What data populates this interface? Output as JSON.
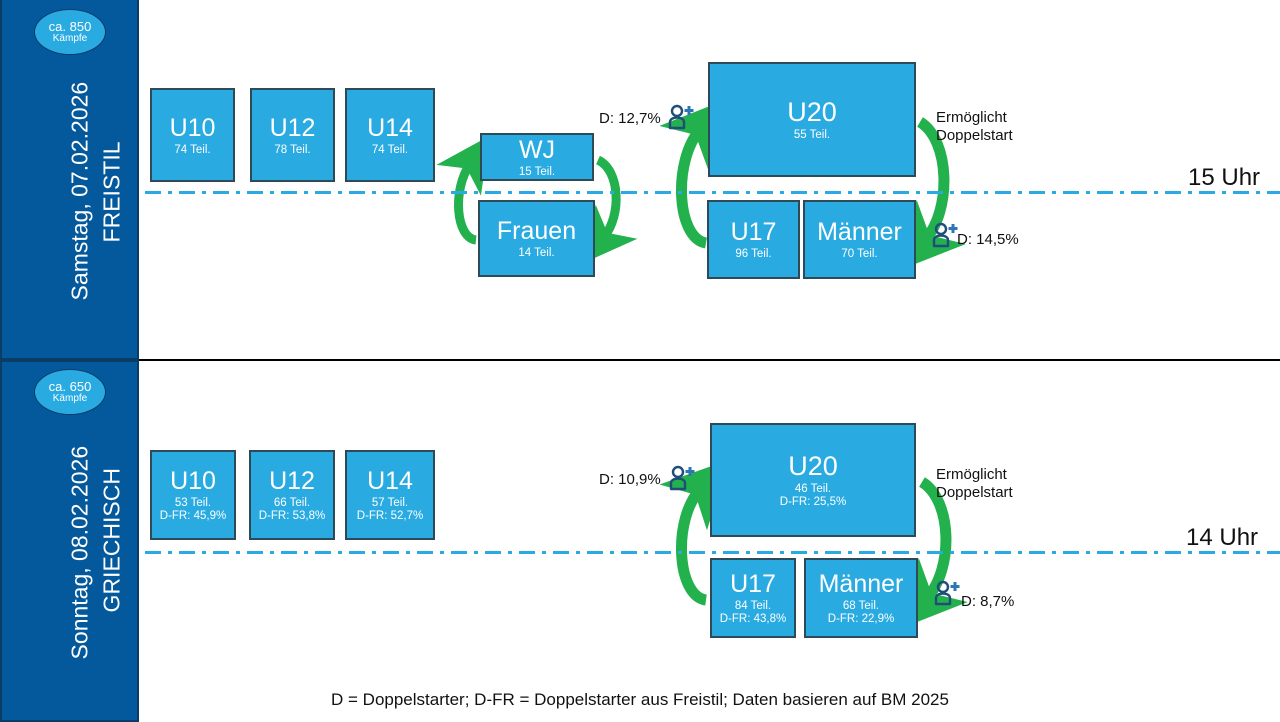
{
  "days": [
    {
      "badge": {
        "count": "ca. 850",
        "unit": "Kämpfe"
      },
      "date_label": "Samstag, 07.02.2026",
      "style_label": "FREISTIL",
      "time_label": "15 Uhr",
      "boxes": {
        "u10": {
          "title": "U10",
          "sub": "74 Teil."
        },
        "u12": {
          "title": "U12",
          "sub": "78 Teil."
        },
        "u14": {
          "title": "U14",
          "sub": "74 Teil."
        },
        "wj": {
          "title": "WJ",
          "sub": "15 Teil."
        },
        "frauen": {
          "title": "Frauen",
          "sub": "14 Teil."
        },
        "u20": {
          "title": "U20",
          "sub": "55 Teil."
        },
        "u17": {
          "title": "U17",
          "sub": "96 Teil."
        },
        "maenner": {
          "title": "Männer",
          "sub": "70 Teil."
        }
      },
      "annotations": {
        "left_double": "D: 12,7%",
        "right_double": "D: 14,5%",
        "enables_line1": "Ermöglicht",
        "enables_line2": "Doppelstart"
      }
    },
    {
      "badge": {
        "count": "ca. 650",
        "unit": "Kämpfe"
      },
      "date_label": "Sonntag, 08.02.2026",
      "style_label": "GRIECHISCH",
      "time_label": "14 Uhr",
      "boxes": {
        "u10": {
          "title": "U10",
          "sub": "53 Teil.",
          "sub2": "D-FR: 45,9%"
        },
        "u12": {
          "title": "U12",
          "sub": "66 Teil.",
          "sub2": "D-FR: 53,8%"
        },
        "u14": {
          "title": "U14",
          "sub": "57 Teil.",
          "sub2": "D-FR: 52,7%"
        },
        "u20": {
          "title": "U20",
          "sub": "46 Teil.",
          "sub2": "D-FR: 25,5%"
        },
        "u17": {
          "title": "U17",
          "sub": "84 Teil.",
          "sub2": "D-FR: 43,8%"
        },
        "maenner": {
          "title": "Männer",
          "sub": "68 Teil.",
          "sub2": "D-FR: 22,9%"
        }
      },
      "annotations": {
        "left_double": "D: 10,9%",
        "right_double": "D: 8,7%",
        "enables_line1": "Ermöglicht",
        "enables_line2": "Doppelstart"
      }
    }
  ],
  "footer": {
    "legend": "D = Doppelstarter; D-FR = Doppelstarter aus Freistil; Daten basieren auf BM 2025"
  },
  "icons": {
    "add_user": "add-user-icon",
    "exchange_arrow": "curved-exchange-arrow-icon"
  },
  "colors": {
    "rail_blue": "#04599C",
    "box_blue": "#29ABE2",
    "box_border": "#2E4A57",
    "arrow_green": "#22B14C",
    "icon_blue": "#1F4E79",
    "timeline_blue": "#29ABE2",
    "text_dark": "#111111"
  }
}
